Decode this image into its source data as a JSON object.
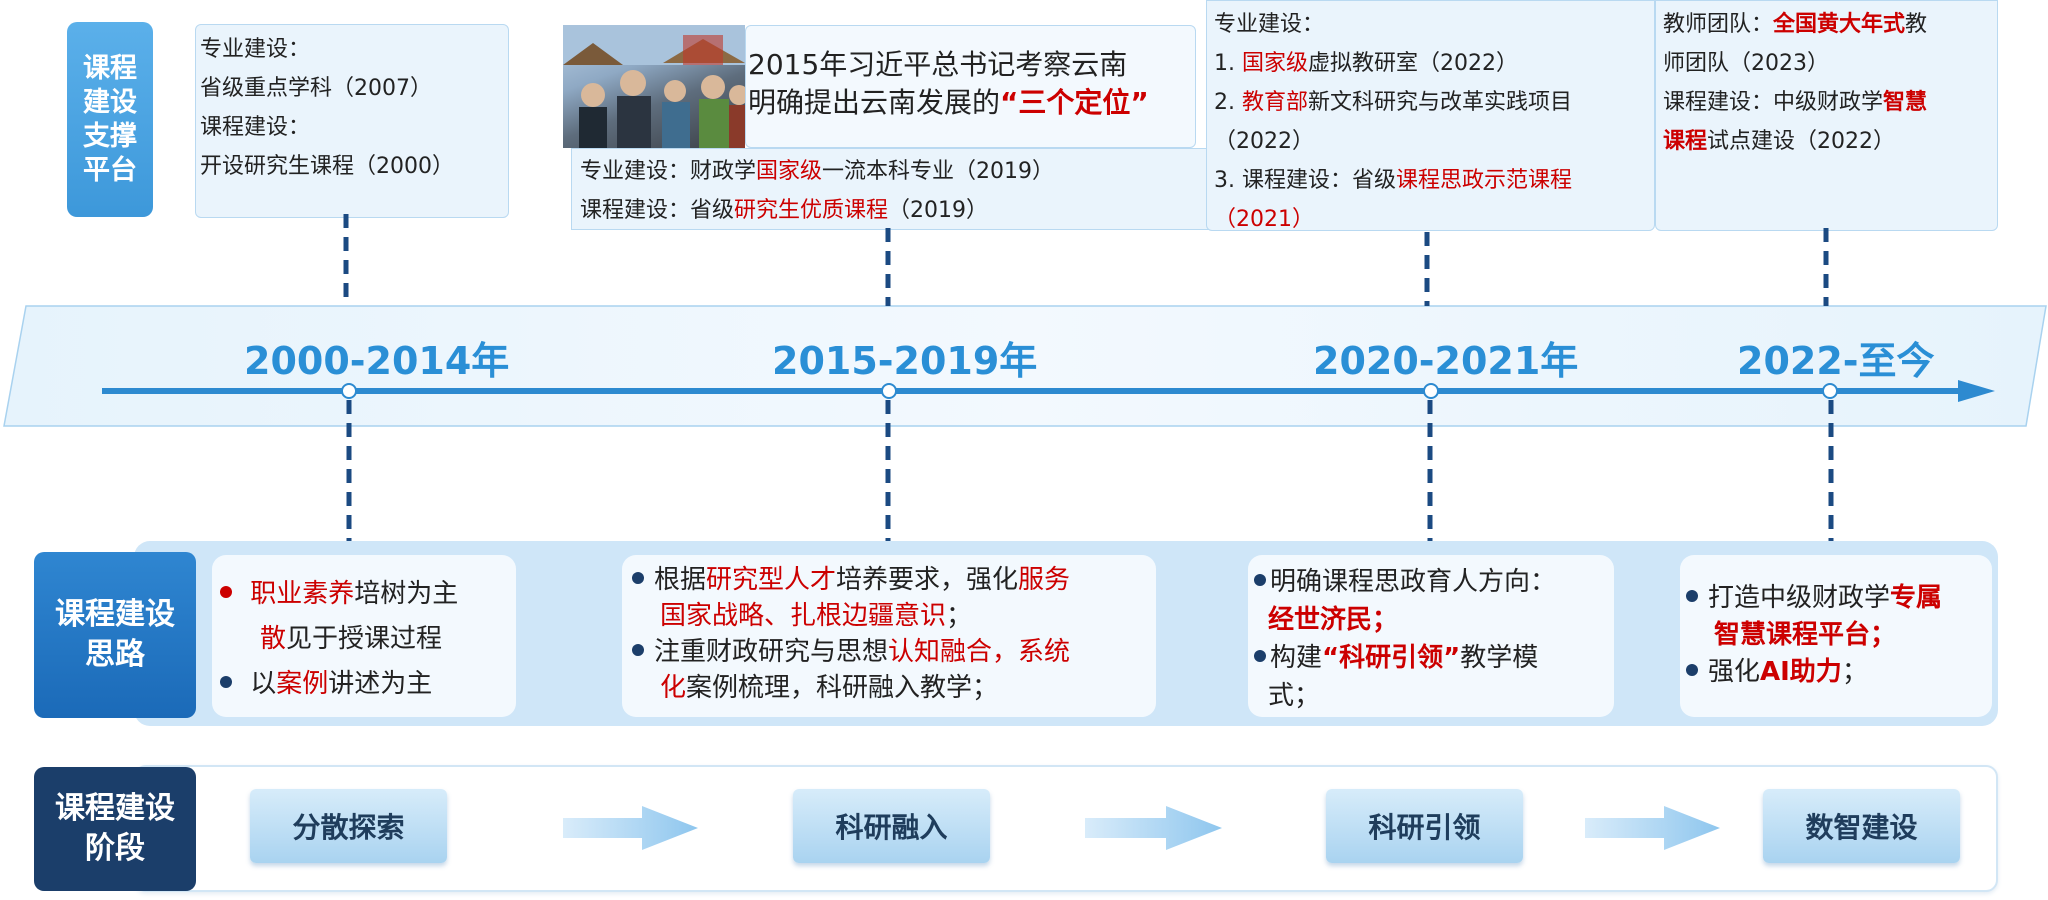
{
  "platform_label": "课程建设支撑平台",
  "thinking_label": "课程建设思路",
  "stage_label": "课程建设阶段",
  "years": [
    "2000-2014年",
    "2015-2019年",
    "2020-2021年",
    "2022-至今"
  ],
  "support": {
    "p1": {
      "l1": "专业建设：",
      "l2": "省级重点学科（2007）",
      "l3": "课程建设：",
      "l4": "开设研究生课程（2000）"
    },
    "p2": {
      "headline_1": "2015年习近平总书记考察云南",
      "headline_2a": "明确提出云南发展的",
      "headline_2b": "“三个定位”",
      "l1a": "专业建设：财政学",
      "l1b": "国家级",
      "l1c": "一流本科专业（2019）",
      "l2a": "课程建设：省级",
      "l2b": "研究生优质课程",
      "l2c": "（2019）"
    },
    "p3": {
      "l0": "专业建设：",
      "l1a": "1. ",
      "l1b": "国家级",
      "l1c": "虚拟教研室（2022）",
      "l2a": "2. ",
      "l2b": "教育部",
      "l2c": "新文科研究与改革实践项目",
      "l3": "（2022）",
      "l4a": "3. 课程建设：省级",
      "l4b": "课程思政示范课程",
      "l5": "（2021）"
    },
    "p4": {
      "l1a": "教师团队：",
      "l1b": "全国黄大年式",
      "l1c": "教",
      "l2": "师团队（2023）",
      "l3a": "课程建设：中级财政学",
      "l3b": "智慧",
      "l4a": "课程",
      "l4b": "试点建设（2022）"
    }
  },
  "ideas": {
    "i1": {
      "a1": "职业素养",
      "a2": "培树为主",
      "a3": "散",
      "a4": "见于授课过程",
      "b1": "以",
      "b2": "案例",
      "b3": "讲述为主"
    },
    "i2": {
      "a1": "根据",
      "a2": "研究型人才",
      "a3": "培养要求，强化",
      "a4": "服务",
      "a5": "国家战略、扎根边疆意识",
      "a6": "；",
      "b1": "注重财政研究与思想",
      "b2": "认知融合，系统",
      "b3": "化",
      "b4": "案例梳理，科研融入教学；"
    },
    "i3": {
      "a1": "明确课程思政育人方向：",
      "a2": "经世济民；",
      "b1": "构建",
      "b2": "“科研引领”",
      "b3": "教学模",
      "b4": "式；"
    },
    "i4": {
      "a1": "打造中级财政学",
      "a2": "专属",
      "a3": "智慧课程平台；",
      "b1": "强化",
      "b2": "AI助力",
      "b3": "；"
    }
  },
  "stages": [
    "分散探索",
    "科研融入",
    "科研引领",
    "数智建设"
  ],
  "colors": {
    "accent_blue": "#2a8fd6",
    "red": "#cc0000",
    "dark_navy": "#1b3e6a"
  }
}
